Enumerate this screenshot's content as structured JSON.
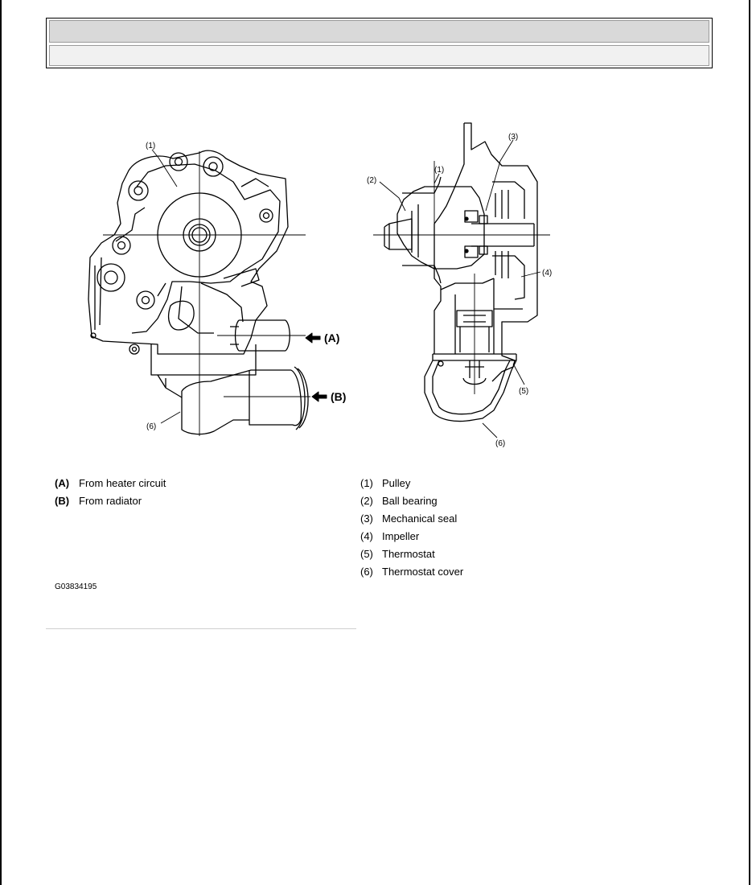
{
  "header": {
    "title": "",
    "subtitle": ""
  },
  "figure": {
    "callouts": {
      "left_pulley": "(1)",
      "left_thermostat_cover": "(6)",
      "right_pulley": "(1)",
      "right_ball_bearing": "(2)",
      "right_mechanical_seal": "(3)",
      "right_impeller": "(4)",
      "right_thermostat": "(5)",
      "right_thermostat_cover": "(6)"
    },
    "arrows": {
      "a": "(A)",
      "b": "(B)"
    }
  },
  "flow_legend": [
    {
      "key": "(A)",
      "text": "From heater circuit"
    },
    {
      "key": "(B)",
      "text": "From radiator"
    }
  ],
  "parts_legend": [
    {
      "key": "(1)",
      "text": "Pulley"
    },
    {
      "key": "(2)",
      "text": "Ball bearing"
    },
    {
      "key": "(3)",
      "text": "Mechanical seal"
    },
    {
      "key": "(4)",
      "text": "Impeller"
    },
    {
      "key": "(5)",
      "text": "Thermostat"
    },
    {
      "key": "(6)",
      "text": "Thermostat cover"
    }
  ],
  "figure_id": "G03834195"
}
